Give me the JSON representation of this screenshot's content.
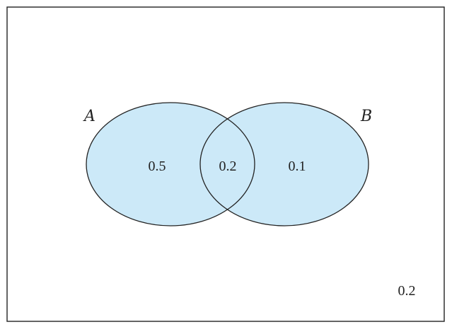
{
  "diagram": {
    "type": "venn",
    "sets": [
      {
        "label": "A",
        "only_value": "0.5"
      },
      {
        "label": "B",
        "only_value": "0.1"
      }
    ],
    "intersection_value": "0.2",
    "outside_value": "0.2",
    "colors": {
      "fill": "#cce9f8",
      "stroke": "#222222",
      "frame": "#222222",
      "background": "#ffffff"
    }
  }
}
